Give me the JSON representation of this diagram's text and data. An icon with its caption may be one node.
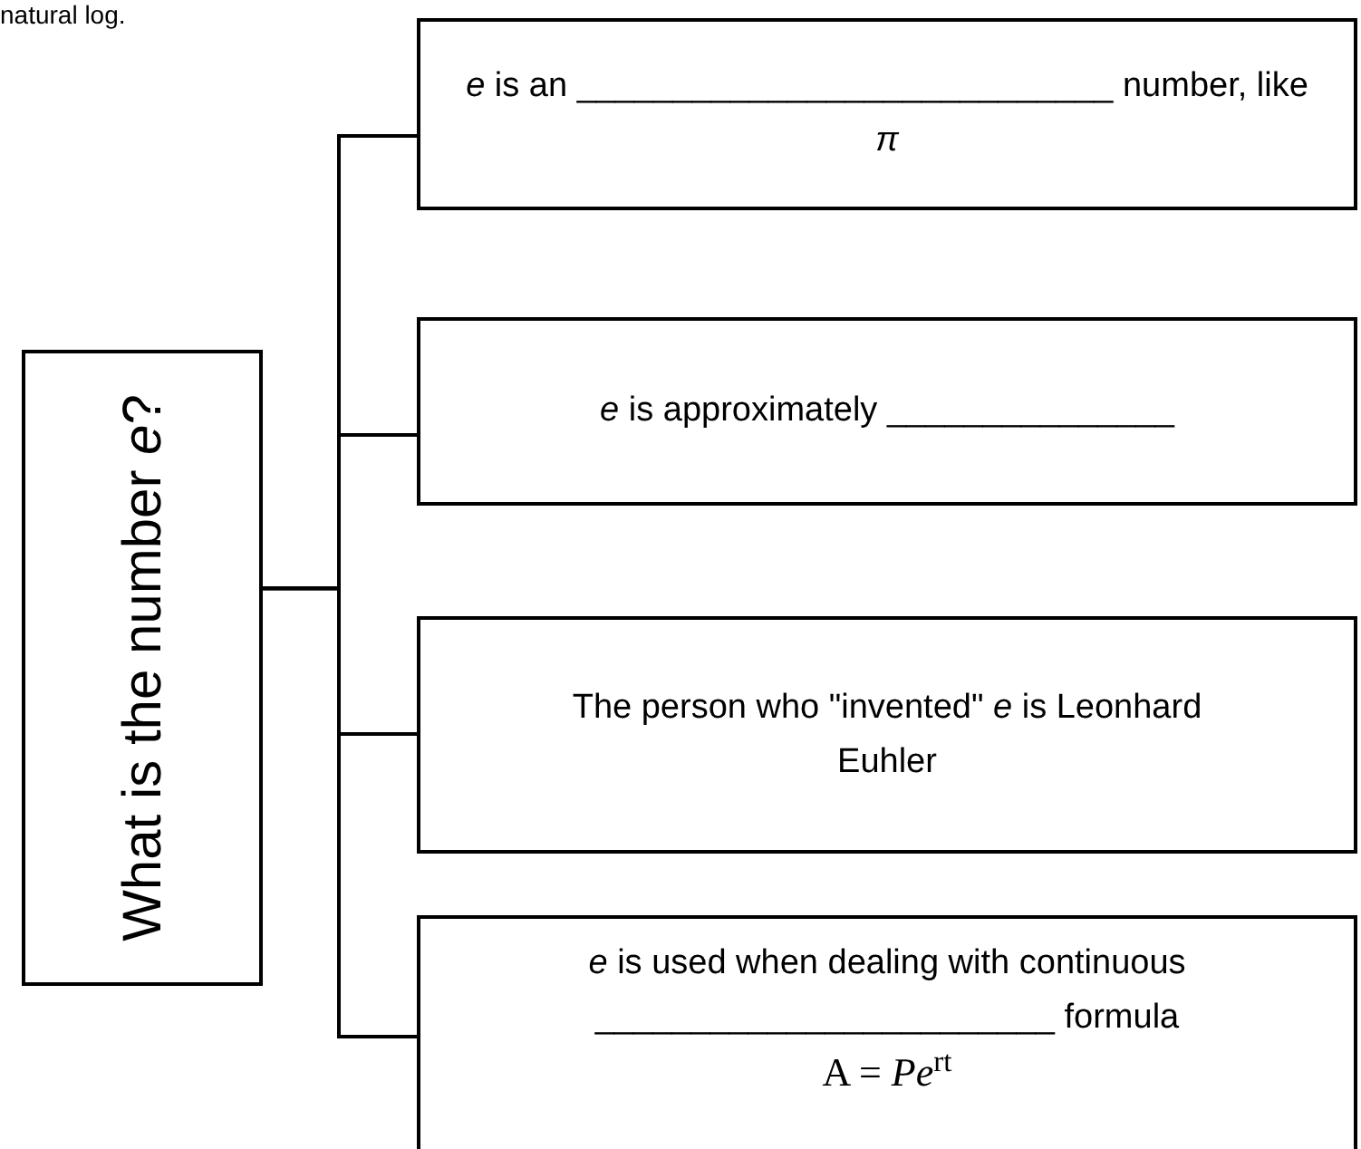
{
  "diagram": {
    "nodes": [
      {
        "text": [
          "What is the number *e*?"
        ]
      },
      {
        "text": [
          "*e* is an ____________________________ number, like *π*"
        ]
      },
      {
        "text": [
          "*e* is approximately _______________"
        ]
      },
      {
        "text": [
          "The person who \"invented\" *e* is Leonhard Euhler"
        ]
      },
      {
        "text": [
          "*e* is used when dealing with continuous ________________________ formula",
          "A = *Pe*$^{rt}$"
        ]
      }
    ],
    "edges": [
      {
        "from": 0,
        "to": 1,
        "arrow": "none"
      },
      {
        "from": 0,
        "to": 2,
        "arrow": "none"
      },
      {
        "from": 0,
        "to": 3,
        "arrow": "none"
      },
      {
        "from": 0,
        "to": 4,
        "arrow": "none"
      }
    ],
    "labels": [
      "natural log."
    ]
  }
}
